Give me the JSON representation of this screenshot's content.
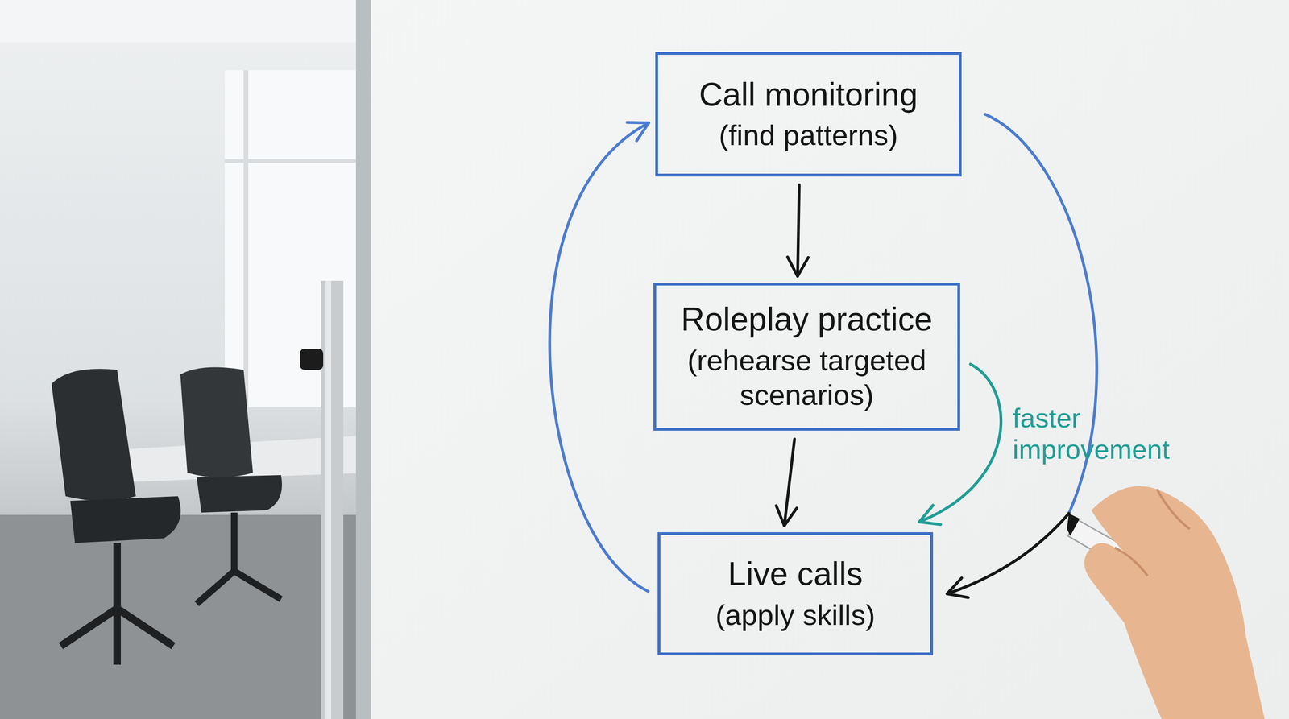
{
  "diagram": {
    "nodes": [
      {
        "text": [
          "Call monitoring",
          "(find patterns)"
        ]
      },
      {
        "text": [
          "Roleplay practice",
          "(rehearse targeted scenarios)"
        ]
      },
      {
        "text": [
          "Live calls",
          "(apply skills)"
        ]
      }
    ],
    "edges": [
      {
        "from": 0,
        "to": 1,
        "arrow": "to"
      },
      {
        "from": 1,
        "to": 2,
        "arrow": "to"
      },
      {
        "from": 2,
        "to": 0,
        "arrow": "to"
      },
      {
        "from": 0,
        "to": 2,
        "arrow": "to"
      },
      {
        "from": 1,
        "to": 2,
        "label": "faster improvement",
        "arrow": "to"
      }
    ]
  }
}
